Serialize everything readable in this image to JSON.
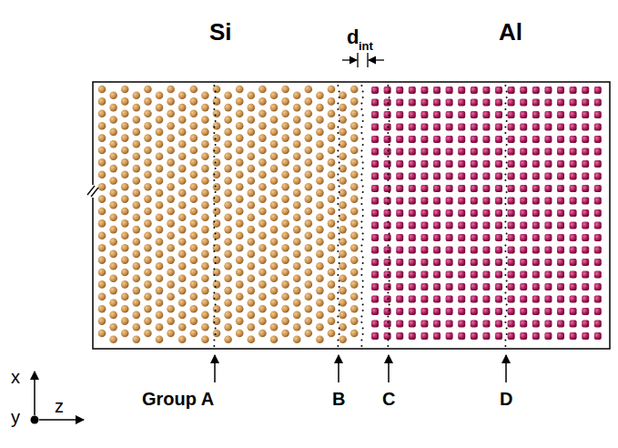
{
  "diagram": {
    "labels": [
      "Si",
      "d",
      "int",
      "Al",
      "Group A",
      "B",
      "C",
      "D",
      "x",
      "y",
      "z"
    ]
  }
}
